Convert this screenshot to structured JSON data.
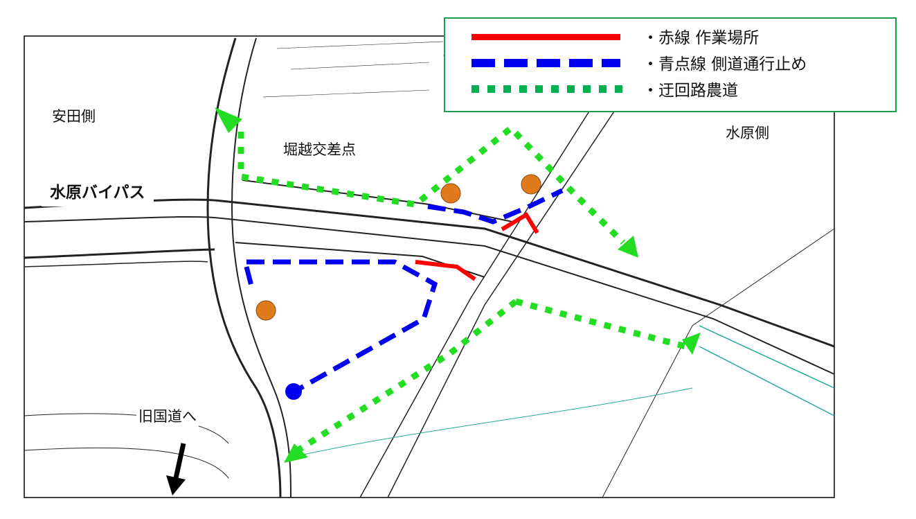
{
  "legend": {
    "items": [
      {
        "label": "・赤線  作業場所",
        "color": "#ff0000",
        "style": "solid"
      },
      {
        "label": "・青点線  側道通行止め",
        "color": "#0000ee",
        "style": "dashed"
      },
      {
        "label": "・迂回路農道",
        "color": "#00b050",
        "style": "dotted"
      }
    ]
  },
  "labels": {
    "yasuda": "安田側",
    "horikoshi": "堀越交差点",
    "suibara": "水原側",
    "bypass": "水原バイパス",
    "old_road": "旧国道へ"
  },
  "colors": {
    "work": "#ff0000",
    "closed": "#0000ee",
    "detour": "#00dd22",
    "marker": "#e07a1a"
  }
}
